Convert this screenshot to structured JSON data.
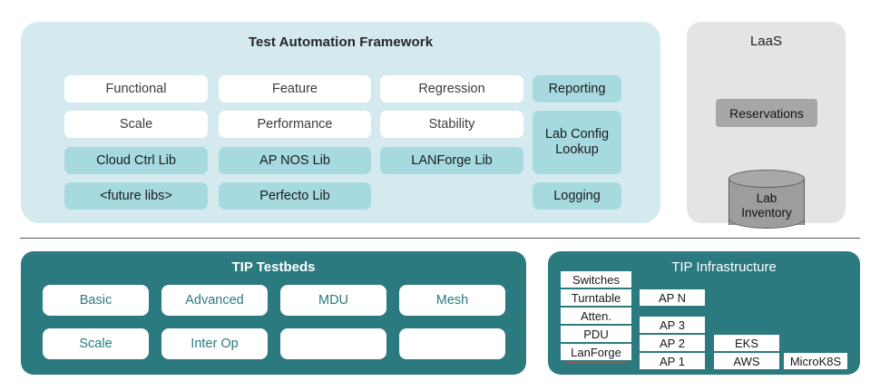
{
  "colors": {
    "taf_panel_bg": "#d4eaee",
    "taf_chip_white": "#ffffff",
    "taf_chip_teal": "#a6dadf",
    "laas_panel_bg": "#e4e4e4",
    "laas_box_gray": "#a6a6a6",
    "cylinder_gray": "#9d9d9d",
    "teal_dark": "#2b7a80",
    "divider": "#5a5a5a",
    "page_bg": "#ffffff"
  },
  "taf": {
    "title": "Test Automation Framework",
    "rows": [
      [
        {
          "label": "Functional",
          "style": "white"
        },
        {
          "label": "Feature",
          "style": "white"
        },
        {
          "label": "Regression",
          "style": "white"
        }
      ],
      [
        {
          "label": "Scale",
          "style": "white"
        },
        {
          "label": "Performance",
          "style": "white"
        },
        {
          "label": "Stability",
          "style": "white"
        }
      ],
      [
        {
          "label": "Cloud Ctrl Lib",
          "style": "teal"
        },
        {
          "label": "AP NOS Lib",
          "style": "teal"
        },
        {
          "label": "LANForge Lib",
          "style": "teal"
        }
      ],
      [
        {
          "label": "<future libs>",
          "style": "teal"
        },
        {
          "label": "Perfecto Lib",
          "style": "teal"
        }
      ]
    ],
    "services": [
      {
        "label": "Reporting",
        "style": "teal"
      },
      {
        "label": "Lab Config\nLookup",
        "style": "teal"
      },
      {
        "label": "Logging",
        "style": "teal"
      }
    ]
  },
  "laas": {
    "title": "LaaS",
    "reservations_label": "Reservations",
    "inventory_label": "Lab\nInventory"
  },
  "testbeds": {
    "title": "TIP Testbeds",
    "cells": [
      {
        "label": "Basic"
      },
      {
        "label": "Advanced"
      },
      {
        "label": "MDU"
      },
      {
        "label": "Mesh"
      },
      {
        "label": "Scale"
      },
      {
        "label": "Inter Op"
      },
      {
        "label": ""
      },
      {
        "label": ""
      }
    ]
  },
  "infrastructure": {
    "title": "TIP Infrastructure",
    "equipment": [
      {
        "label": "Switches"
      },
      {
        "label": "Turntable"
      },
      {
        "label": "Atten."
      },
      {
        "label": "PDU"
      },
      {
        "label": "LanForge",
        "spellcheck_error": true
      }
    ],
    "access_points": [
      {
        "label": "AP N"
      },
      {
        "label": "AP 3"
      },
      {
        "label": "AP 2"
      },
      {
        "label": "AP 1"
      }
    ],
    "cloud": [
      {
        "label": "EKS"
      },
      {
        "label": "AWS"
      }
    ],
    "kubernetes": [
      {
        "label": "MicroK8S"
      }
    ]
  }
}
